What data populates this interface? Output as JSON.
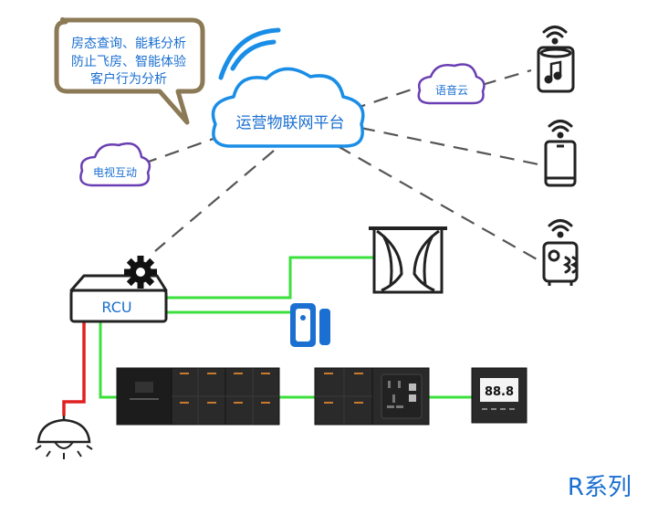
{
  "bubble": {
    "line1": "房态查询、能耗分析",
    "line2": "防止飞房、智能体验",
    "line3": "客户行为分析"
  },
  "cloud_platform": {
    "label": "运营物联网平台"
  },
  "cloud_voice": {
    "label": "语音云"
  },
  "cloud_tv": {
    "label": "电视互动"
  },
  "rcu": {
    "label": "RCU"
  },
  "thermostat": {
    "display": "88.8"
  },
  "series_label": "R系列",
  "colors": {
    "blue": "#1a6fd1",
    "purple": "#6a3fb3",
    "green": "#3ce03c",
    "red": "#e02020",
    "bubble_border": "#8b7a55",
    "dash": "#555555"
  },
  "icons": {
    "speaker": "smart-speaker-icon",
    "phone": "smartphone-icon",
    "appliance": "smart-appliance-icon",
    "curtain": "curtain-icon",
    "sensor": "door-sensor-icon",
    "lamp": "ceiling-lamp-icon",
    "gear": "gear-icon"
  }
}
